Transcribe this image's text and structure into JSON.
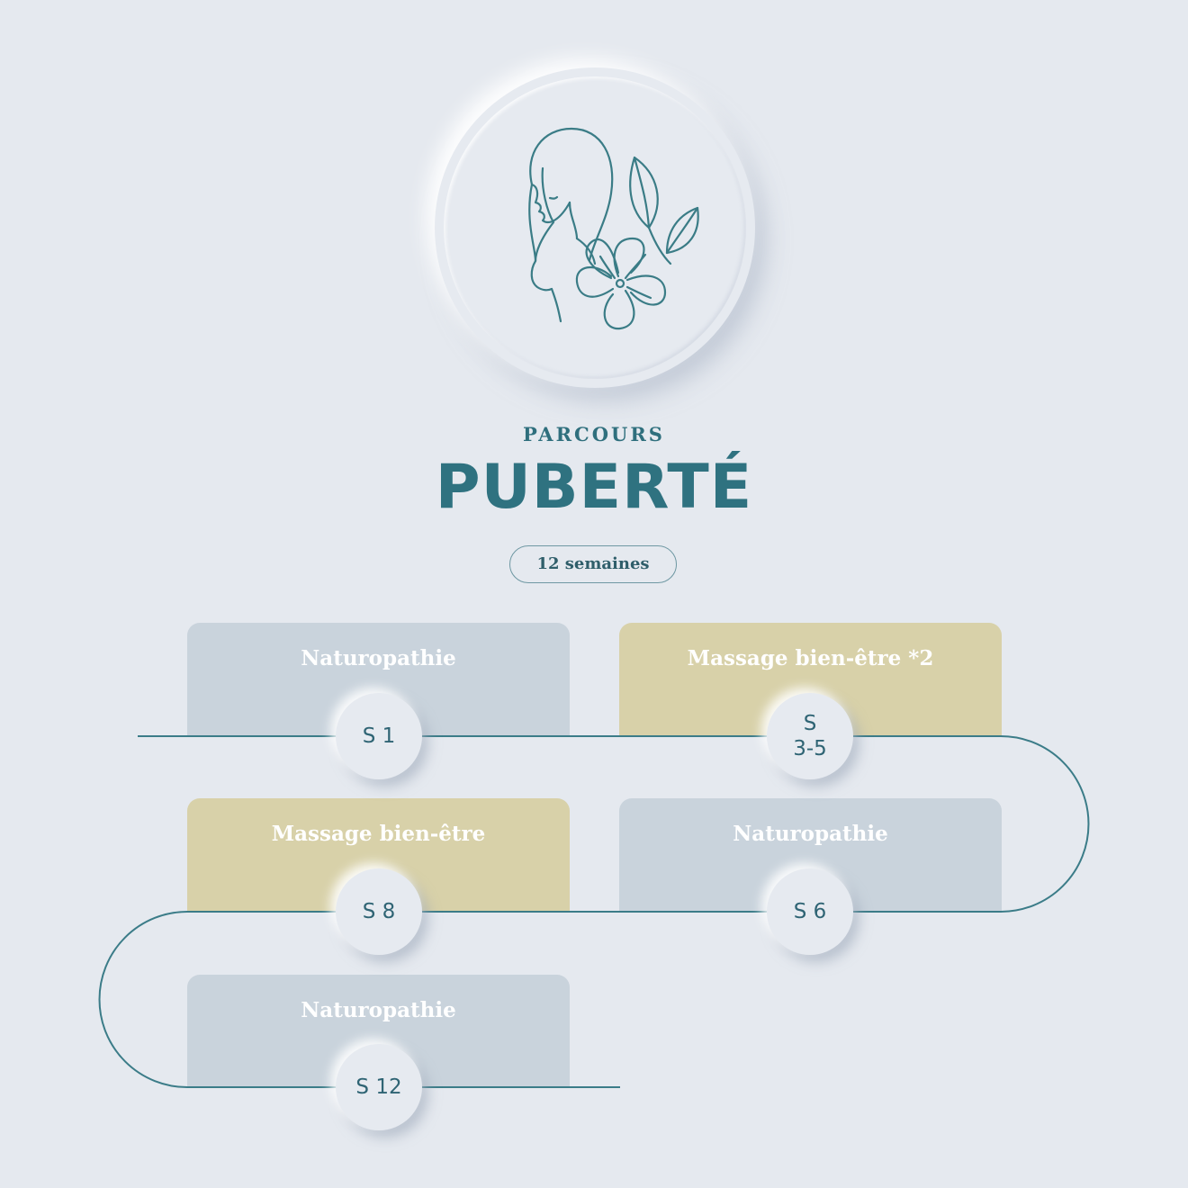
{
  "header": {
    "eyebrow": "PARCOURS",
    "title": "PUBERTÉ",
    "duration": "12 semaines",
    "emblem_icon": "woman-flower-icon"
  },
  "colors": {
    "background": "#e5e9ef",
    "accent": "#2f7280",
    "card_grey": "#c9d3dc",
    "card_gold": "#d8d1a9"
  },
  "steps": [
    {
      "label": "Naturopathie",
      "week": "S 1",
      "style": "grey"
    },
    {
      "label": "Massage bien-être *2",
      "week": "S\n3-5",
      "style": "gold"
    },
    {
      "label": "Naturopathie",
      "week": "S 6",
      "style": "grey"
    },
    {
      "label": "Massage bien-être",
      "week": "S 8",
      "style": "gold"
    },
    {
      "label": "Naturopathie",
      "week": "S 12",
      "style": "grey"
    }
  ]
}
